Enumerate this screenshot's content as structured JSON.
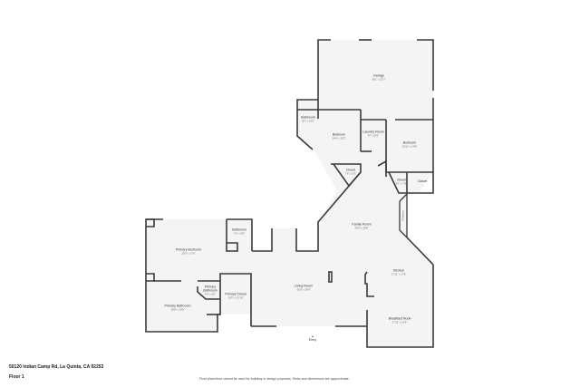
{
  "address": "50120 Indian Camp Rd, La Quinta, CA 92253",
  "floor": "Floor 1",
  "disclaimer": "Floor plans/tour cannot be used for building or design purposes. Sizes and dimensions are approximate.",
  "entry": "Entry",
  "colors": {
    "wall": "#3a3a3a",
    "floor": "#f4f4f4",
    "opening": "#d8d8d8"
  },
  "rooms": [
    {
      "name": "Garage",
      "dims": "36'1\" x 23'7\""
    },
    {
      "name": "Bathroom",
      "dims": "9'6\" x 10'9\""
    },
    {
      "name": "Bedroom",
      "dims": "14'4\" x 13'2\""
    },
    {
      "name": "Laundry Room",
      "dims": "8'7\" x 8'5\""
    },
    {
      "name": "Bedroom",
      "dims": "16'11\" x 14'8\""
    },
    {
      "name": "Closet",
      "dims": "7'6\" x 5'3\""
    },
    {
      "name": "Closet",
      "dims": "6'1\" x 7'8\""
    },
    {
      "name": "Closet",
      "dims": ""
    },
    {
      "name": "Family Room",
      "dims": "20'0\" x 28'8\""
    },
    {
      "name": "Fireplace",
      "dims": ""
    },
    {
      "name": "Bathroom",
      "dims": "7'6\" x 8'9\""
    },
    {
      "name": "Primary Bedroom",
      "dims": "20'0\" x 17'0\""
    },
    {
      "name": "Living Room",
      "dims": "31'8\" x 28'9\""
    },
    {
      "name": "Kitchen",
      "dims": "17'11\" x 17'8\""
    },
    {
      "name": "Primary Bathroom",
      "dims": "4'0\" x 4'0\""
    },
    {
      "name": "Primary Closet",
      "dims": "10'9\" x 12'10\""
    },
    {
      "name": "Primary Bathroom",
      "dims": "18'8\" x 13'6\""
    },
    {
      "name": "Breakfast Nook",
      "dims": "17'11\" x 10'2\""
    }
  ]
}
